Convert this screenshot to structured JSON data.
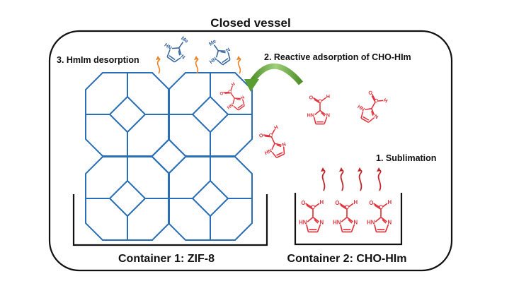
{
  "title": "Closed vessel",
  "steps": {
    "sublimation": "1. Sublimation",
    "reactive_adsorption": "2. Reactive adsorption of CHO-HIm",
    "desorption": "3. HmIm desorption"
  },
  "containers": {
    "container1": "Container 1: ZIF-8",
    "container2": "Container 2: CHO-HIm"
  },
  "atoms": {
    "hn": "HN",
    "n": "N",
    "me": "Me",
    "o": "O",
    "c": "C",
    "h": "H"
  },
  "colors": {
    "framework": "#2a6fb5",
    "cho_him": "#e0343c",
    "hmim": "#3a6aa0",
    "desorption_arrow": "#e8832a",
    "sublimation_arrow": "#c0262a",
    "adsorption_arrow": "#5a9e32",
    "outline": "#111111"
  }
}
